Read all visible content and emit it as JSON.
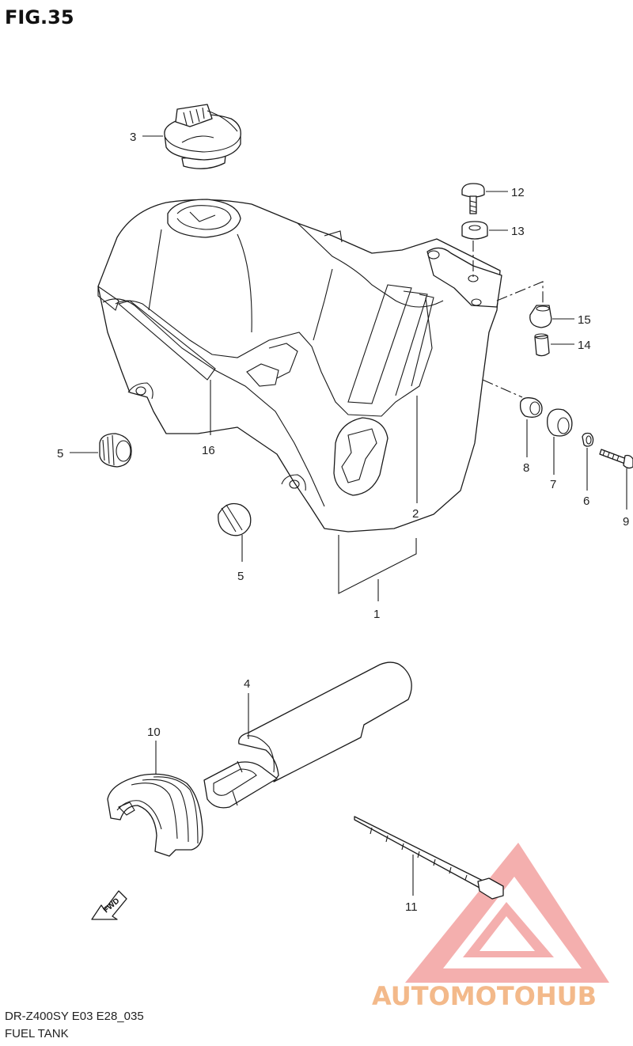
{
  "figure": {
    "title": "FIG.35",
    "model_code": "DR-Z400SY E03 E28_035",
    "section_name": "FUEL TANK",
    "watermark": "AUTOMOTOHUB",
    "watermark_colors": {
      "auto": "#f3b98a",
      "moto": "#f0a17a",
      "hub": "#6d6d6d",
      "logo": "#f3a2a0"
    }
  },
  "callouts": {
    "c1": "1",
    "c2": "2",
    "c3": "3",
    "c4": "4",
    "c5a": "5",
    "c5b": "5",
    "c6": "6",
    "c7": "7",
    "c8": "8",
    "c9": "9",
    "c10": "10",
    "c11": "11",
    "c12": "12",
    "c13": "13",
    "c14": "14",
    "c15": "15",
    "c16": "16"
  },
  "fwd_arrow": "FWD"
}
